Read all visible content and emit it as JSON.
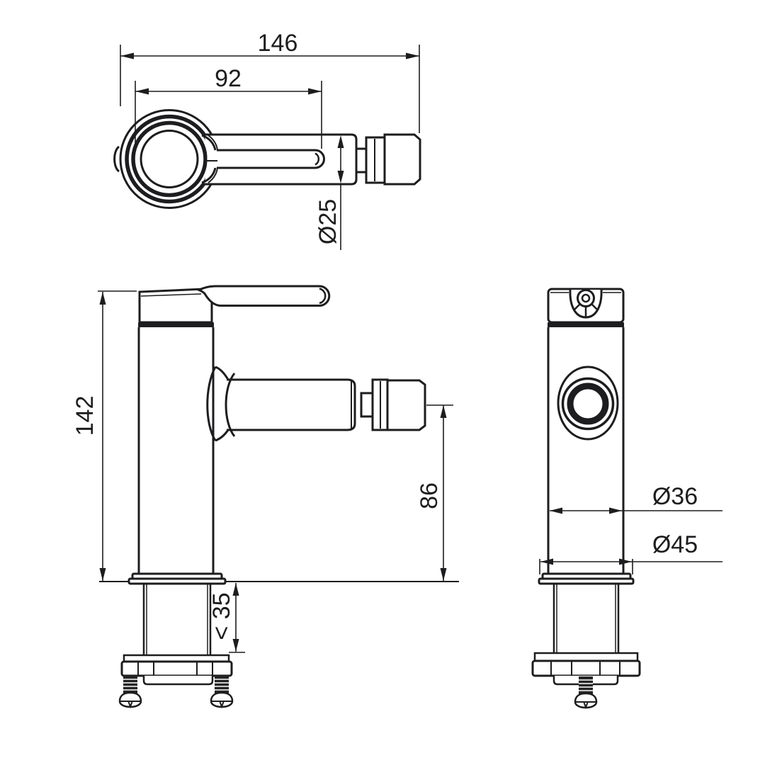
{
  "drawing": {
    "type": "technical-dimension-drawing",
    "subject": "single-lever bidet mixer faucet, three orthographic views",
    "background_color": "#ffffff",
    "line_color": "#1d1d1f",
    "views": {
      "top": {
        "label": "top-view",
        "dims": {
          "total_length": "146",
          "handle_length": "92",
          "spout_diameter": "Ø25"
        }
      },
      "front": {
        "label": "front-view",
        "dims": {
          "total_height": "142",
          "spout_height": "86",
          "max_mounting_thickness": "< 35"
        }
      },
      "side": {
        "label": "side-view",
        "dims": {
          "body_diameter": "Ø36",
          "base_diameter": "Ø45"
        }
      }
    }
  }
}
